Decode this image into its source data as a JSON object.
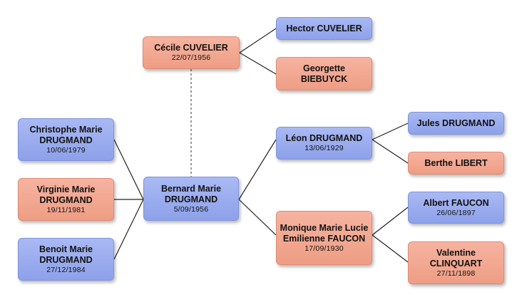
{
  "people": {
    "cecile": {
      "name": "Cécile CUVELIER",
      "date": "22/07/1956"
    },
    "hector": {
      "name": "Hector CUVELIER",
      "date": ""
    },
    "georgette": {
      "name": "Georgette BIEBUYCK",
      "date": ""
    },
    "christophe": {
      "name": "Christophe Marie DRUGMAND",
      "date": "10/06/1979"
    },
    "virginie": {
      "name": "Virginie Marie DRUGMAND",
      "date": "19/11/1981"
    },
    "benoit": {
      "name": "Benoit Marie DRUGMAND",
      "date": "27/12/1984"
    },
    "bernard": {
      "name": "Bernard Marie DRUGMAND",
      "date": "5/09/1956"
    },
    "leon": {
      "name": "Léon DRUGMAND",
      "date": "13/06/1929"
    },
    "jules": {
      "name": "Jules DRUGMAND",
      "date": ""
    },
    "berthe": {
      "name": "Berthe LIBERT",
      "date": ""
    },
    "monique": {
      "name": "Monique Marie Lucie Emilienne FAUCON",
      "date": "17/09/1930"
    },
    "albert": {
      "name": "Albert FAUCON",
      "date": "26/06/1897"
    },
    "valentine": {
      "name": "Valentine CLINQUART",
      "date": "27/11/1898"
    }
  },
  "colors": {
    "male": "#9aadef",
    "female": "#f2a890",
    "line": "#222222",
    "spouse_line": "#555555"
  }
}
